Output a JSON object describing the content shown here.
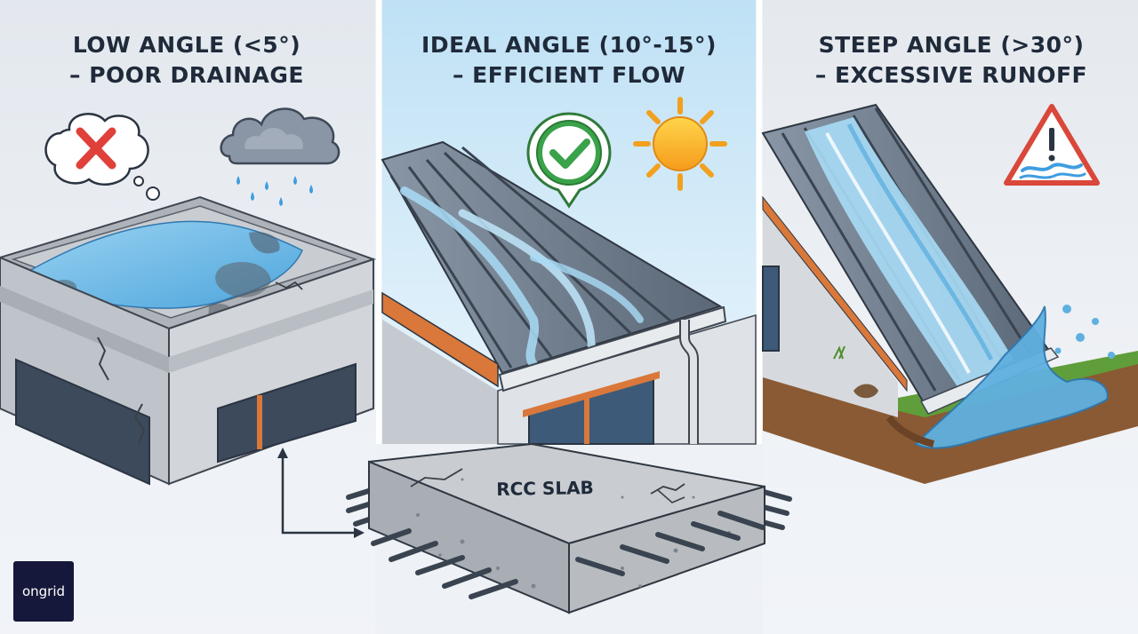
{
  "panels": {
    "low": {
      "title_line1": "LOW ANGLE (<5°)",
      "title_line2": "– POOR DRAINAGE"
    },
    "ideal": {
      "title_line1": "IDEAL ANGLE (10°-15°)",
      "title_line2": "– EFFICIENT FLOW"
    },
    "steep": {
      "title_line1": "STEEP ANGLE (>30°)",
      "title_line2": "– EXCESSIVE RUNOFF"
    }
  },
  "slab": {
    "label": "RCC SLAB"
  },
  "logo": {
    "text": "ongrid",
    "color": "#15183a"
  },
  "icons": [
    "x-mark-icon",
    "rain-cloud-icon",
    "check-mark-icon",
    "sun-icon",
    "warning-icon"
  ],
  "colors": {
    "water": "#5fb0e0",
    "concrete": "#c9ccd0",
    "roof_metal": "#6f7c8c",
    "trim": "#d9783a",
    "ideal_sky": "#cfe8f7",
    "check_green": "#3aa24a",
    "cross_red": "#e0403a",
    "warning_red": "#d9483a"
  }
}
